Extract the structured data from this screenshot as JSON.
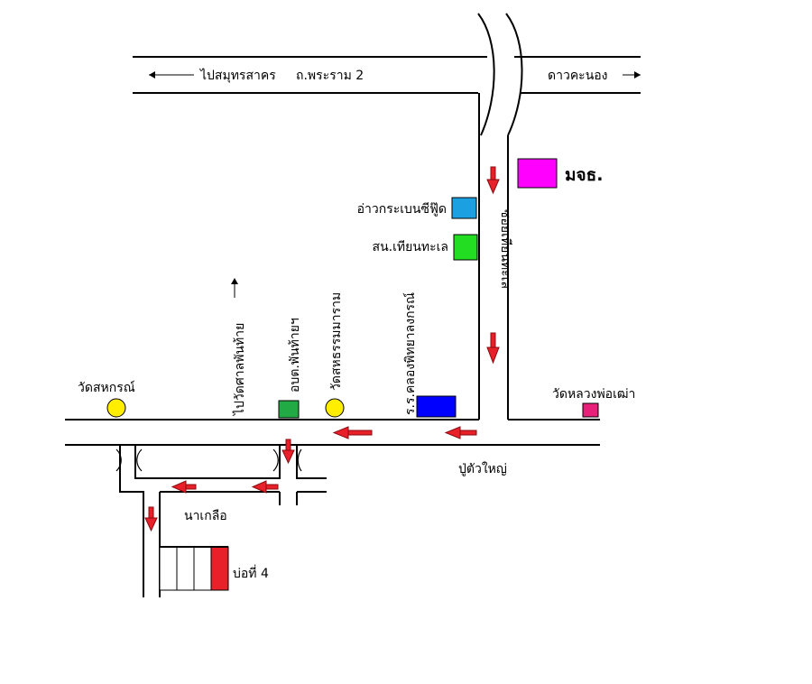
{
  "labels": {
    "to_samut_sakhon": "ไปสมุทรสาคร",
    "rama2_road": "ถ.พระราม 2",
    "dao_khanong": "ดาวคะนอง",
    "mjth": "มจธ.",
    "ao_krabaen_seafood": "อ่าวกระเบนซีฟู๊ด",
    "sanam_thian_thale": "สน.เทียนทะเล",
    "soi_thian_thale": "ซอยเทียนทะเล",
    "school_khlong_phitthayalongkorn": "ร.ร.คลองพิทยาลงกรณ์",
    "wat_sahathammaram": "วัดสหธรรมมาราม",
    "obt_phanthaiya": "อบต.พันท้ายฯ",
    "to_wat_san_phanthai": "ไปวัดศาลพันท้าย",
    "wat_sahakorn": "วัดสหกรณ์",
    "wat_luang_pho_thao": "วัดหลวงพ่อเฒ่า",
    "pu_tua_yai": "ปู่ตัวใหญ่",
    "na_kluea": "นาเกลือ",
    "pond_4": "บ่อที่ 4"
  },
  "colors": {
    "arrow": "#e8202a",
    "mjth": "#ff00ff",
    "ao_krabaen": "#1ba1e2",
    "police_station": "#22dd22",
    "school": "#0000ff",
    "obt": "#22aa44",
    "temple_dot": "#ffee00",
    "luang_pho_thao": "#e8207a",
    "pond_4": "#e8202a"
  }
}
